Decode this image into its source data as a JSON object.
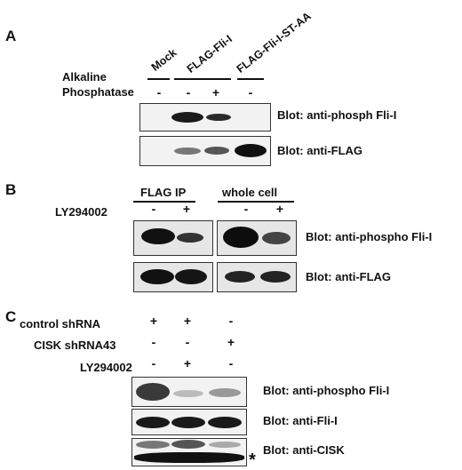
{
  "panel_a": {
    "letter": "A",
    "columns": [
      "Mock",
      "FLAG-Fli-I",
      "FLAG-Fli-I-ST-AA"
    ],
    "row_label_line1": "Alkaline",
    "row_label_line2": "Phosphatase",
    "signs": [
      "-",
      "-",
      "+",
      "-"
    ],
    "blot1_label": "Blot: anti-phosph Fli-I",
    "blot2_label": "Blot: anti-FLAG"
  },
  "panel_b": {
    "letter": "B",
    "group1": "FLAG IP",
    "group2": "whole cell",
    "row_label": "LY294002",
    "signs": [
      "-",
      "+",
      "-",
      "+"
    ],
    "blot1_label": "Blot: anti-phospho Fli-I",
    "blot2_label": "Blot: anti-FLAG"
  },
  "panel_c": {
    "letter": "C",
    "rows": [
      {
        "label": "control shRNA",
        "signs": [
          "+",
          "+",
          "-"
        ]
      },
      {
        "label": "CISK shRNA43",
        "signs": [
          "-",
          "-",
          "+"
        ]
      },
      {
        "label": "LY294002",
        "signs": [
          "-",
          "+",
          "-"
        ]
      }
    ],
    "blot1_label": "Blot: anti-phospho Fli-I",
    "blot2_label": "Blot: anti-Fli-I",
    "blot3_label": "Blot: anti-CISK",
    "asterisk": "*"
  }
}
